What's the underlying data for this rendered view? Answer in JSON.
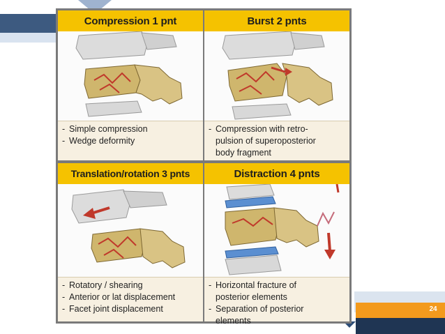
{
  "slide": {
    "number": "24"
  },
  "panels": [
    {
      "title": "Compression  1 pnt",
      "lines": [
        "Simple compression",
        "Wedge deformity"
      ]
    },
    {
      "title": "Burst  2 pnts",
      "lines": [
        "Compression with retro-",
        "pulsion of superoposterior",
        "body fragment"
      ]
    },
    {
      "title": "Translation/rotation  3 pnts",
      "lines": [
        "Rotatory / shearing",
        "Anterior or lat displacement",
        "Facet joint  displacement"
      ]
    },
    {
      "title": "Distraction  4 pnts",
      "lines": [
        "Horizontal fracture of",
        "posterior elements",
        "Separation of  posterior",
        "elements"
      ]
    }
  ],
  "colors": {
    "header": "#f5c200",
    "description_bg": "#f7f0e1",
    "bone_gray": "#d7d8d8",
    "bone_tan": "#cdb77a",
    "fracture_red": "#c0392b",
    "accent_orange": "#f39a1d",
    "accent_navy": "#1f3553"
  }
}
